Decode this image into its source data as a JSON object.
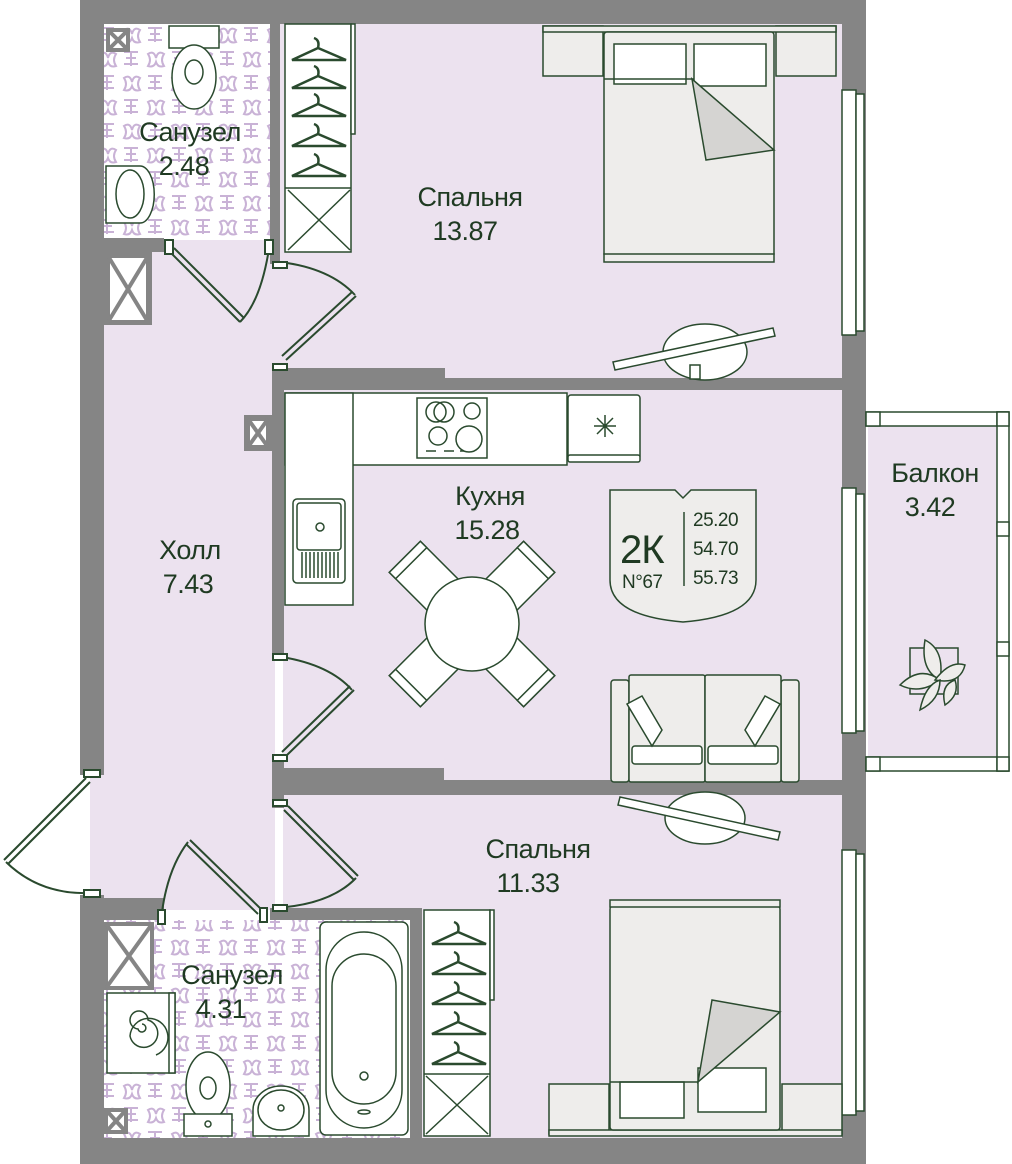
{
  "rooms": {
    "bathroom_top": {
      "name": "Санузел",
      "area": "2.48"
    },
    "bedroom_top": {
      "name": "Спальня",
      "area": "13.87"
    },
    "hall": {
      "name": "Холл",
      "area": "7.43"
    },
    "kitchen": {
      "name": "Кухня",
      "area": "15.28"
    },
    "balcony": {
      "name": "Балкон",
      "area": "3.42"
    },
    "bedroom_bottom": {
      "name": "Спальня",
      "area": "11.33"
    },
    "bathroom_bottom": {
      "name": "Санузел",
      "area": "4.31"
    }
  },
  "badge": {
    "type": "2К",
    "number": "N°67",
    "areas": [
      "25.20",
      "54.70",
      "55.73"
    ]
  },
  "colors": {
    "wall": "#858585",
    "floor": "#ece2ef",
    "line": "#2a4a2e",
    "furniture": "#eeedeb",
    "tile": "#c9b2d6"
  }
}
